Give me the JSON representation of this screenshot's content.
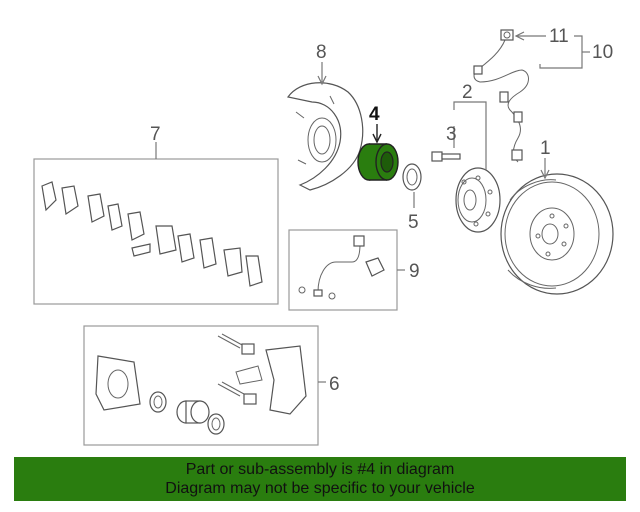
{
  "diagram": {
    "callouts": {
      "c1": "1",
      "c2": "2",
      "c3": "3",
      "c4": "4",
      "c5": "5",
      "c6": "6",
      "c7": "7",
      "c8": "8",
      "c9": "9",
      "c10": "10",
      "c11": "11"
    },
    "highlight_color": "#2a7d0f"
  },
  "banner": {
    "line1": "Part or sub-assembly is #4 in diagram",
    "line2": "Diagram may not be specific to your vehicle",
    "background": "#2a7d0f"
  }
}
